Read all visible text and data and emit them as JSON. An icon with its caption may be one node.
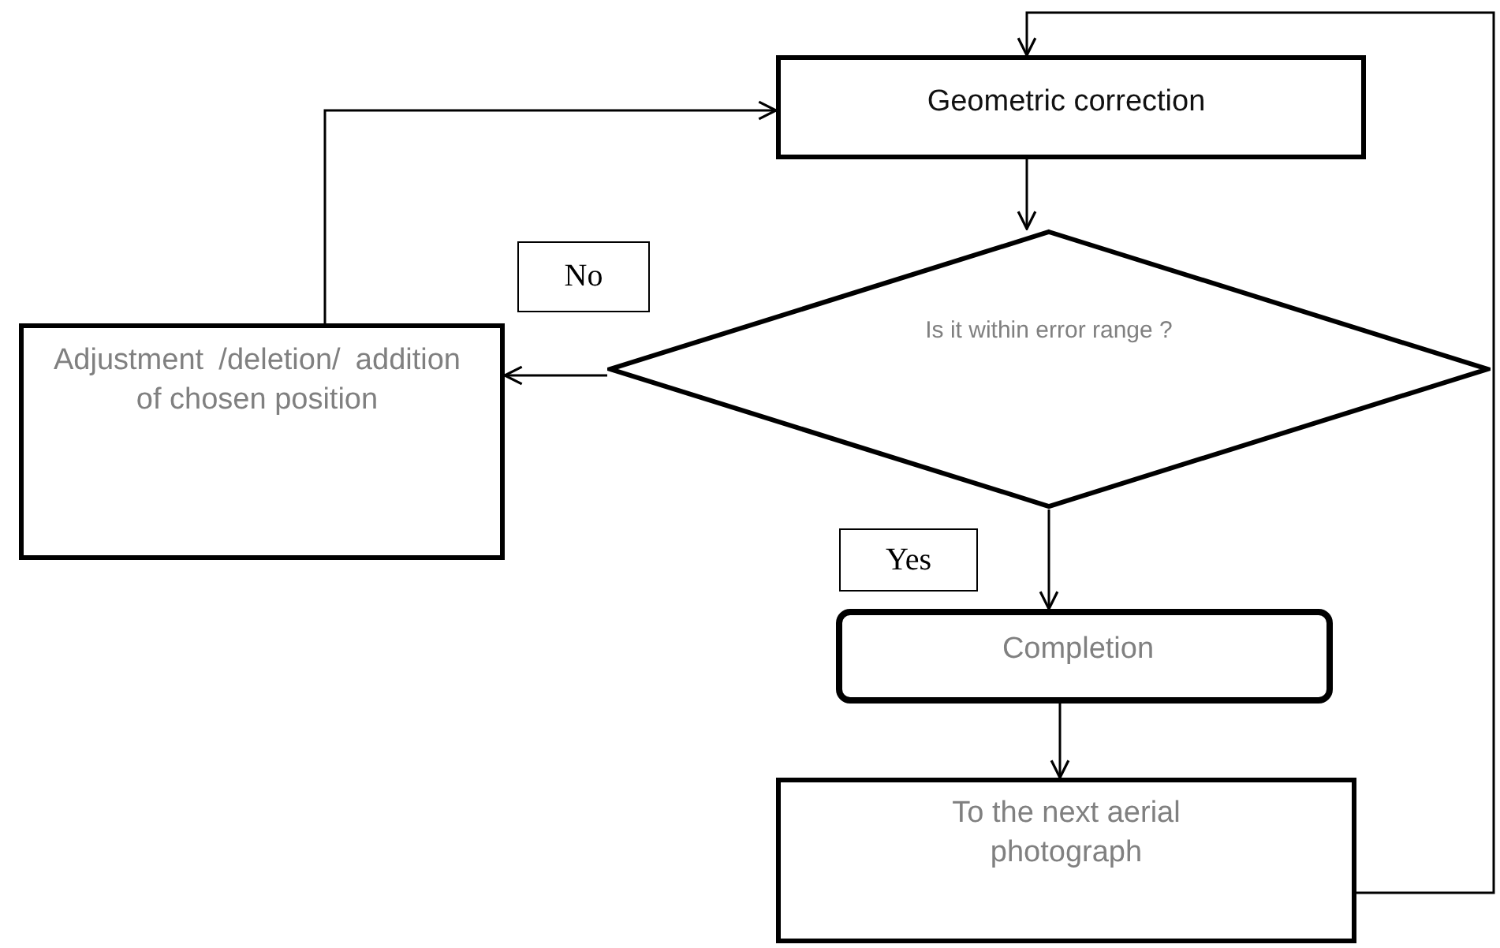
{
  "diagram": {
    "nodes": [
      {
        "text": [
          "Geometric correction"
        ]
      },
      {
        "text": [
          "Is it within error range ?"
        ]
      },
      {
        "text": [
          "Adjustment /deletion/ addition of chosen position"
        ]
      },
      {
        "text": [
          "Completion"
        ]
      },
      {
        "text": [
          "To the next aerial photograph"
        ]
      }
    ],
    "edges": [
      {
        "from": 1,
        "to": 2,
        "arrow": "to",
        "label": "No"
      },
      {
        "from": 2,
        "to": 0,
        "arrow": "to"
      },
      {
        "from": 0,
        "to": 1,
        "arrow": "to"
      },
      {
        "from": 1,
        "to": 3,
        "arrow": "to",
        "label": "Yes"
      },
      {
        "from": 3,
        "to": 4,
        "arrow": "to"
      },
      {
        "from": 4,
        "to": 0,
        "arrow": "to"
      }
    ]
  }
}
